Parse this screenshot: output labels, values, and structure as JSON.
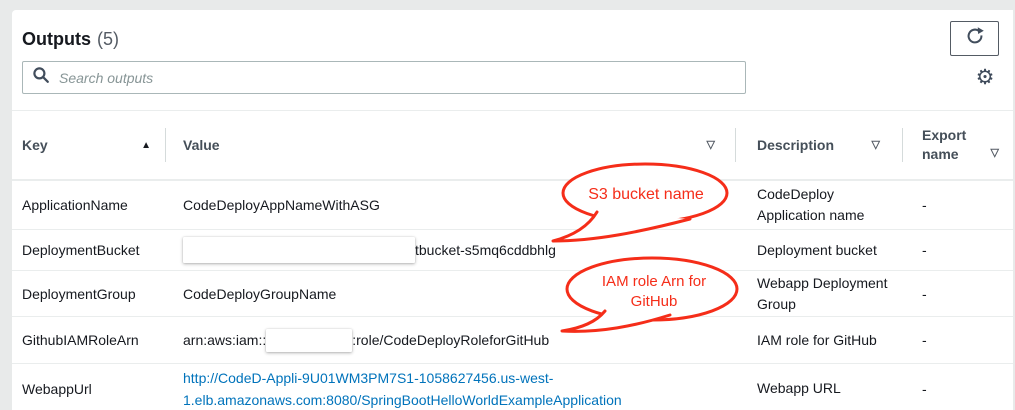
{
  "colors": {
    "callout_red": "#f52d19",
    "link_blue": "#0073bb",
    "button_border": "#545b64",
    "row_border": "#eaeded"
  },
  "header": {
    "title": "Outputs",
    "count": "(5)"
  },
  "toolbar": {
    "search_placeholder": "Search outputs"
  },
  "icons": {
    "sort_asc": "▲",
    "filter": "▽",
    "gear": "⚙"
  },
  "table": {
    "columns": {
      "key": "Key",
      "value": "Value",
      "description": "Description",
      "export_name": "Export name"
    },
    "rows": [
      {
        "key": "ApplicationName",
        "value": "CodeDeployAppNameWithASG",
        "description": "CodeDeploy Application name",
        "export_name": "-"
      },
      {
        "key": "DeploymentBucket",
        "value_redacted": true,
        "value_after_redaction": "tbucket-s5mq6cddbhlg",
        "description": "Deployment bucket",
        "export_name": "-"
      },
      {
        "key": "DeploymentGroup",
        "value": "CodeDeployGroupName",
        "description": "Webapp Deployment Group",
        "export_name": "-"
      },
      {
        "key": "GithubIAMRoleArn",
        "value_before_redaction": "arn:aws:iam::",
        "value_redacted": true,
        "value_after_redaction": ":role/CodeDeployRoleforGitHub",
        "description": "IAM role for GitHub",
        "export_name": "-"
      },
      {
        "key": "WebappUrl",
        "value_link": "http://CodeD-Appli-9U01WM3PM7S1-1058627456.us-west-1.elb.amazonaws.com:8080/SpringBootHelloWorldExampleApplication",
        "description": "Webapp URL",
        "export_name": "-"
      }
    ]
  },
  "callouts": [
    {
      "text": "S3 bucket name"
    },
    {
      "line1": "IAM role Arn for",
      "line2": "GitHub"
    }
  ]
}
